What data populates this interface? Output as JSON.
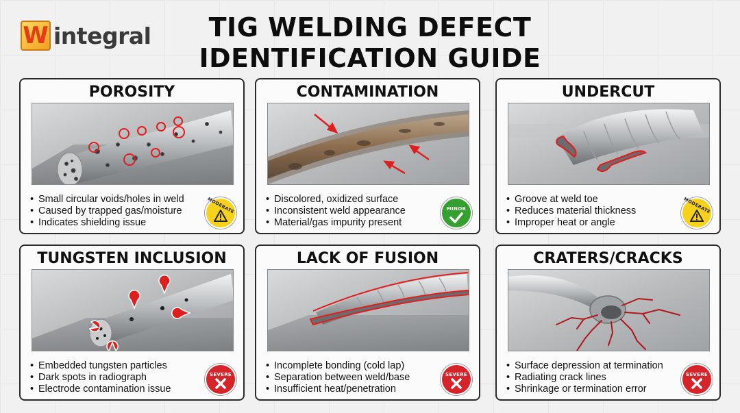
{
  "logo": {
    "mark": "W",
    "text": "integral"
  },
  "title": {
    "line1": "TIG WELDING DEFECT",
    "line2": "IDENTIFICATION GUIDE"
  },
  "cards": [
    {
      "title": "POROSITY",
      "bullets": [
        "Small circular voids/holes in weld",
        "Caused by trapped gas/moisture",
        "Indicates shielding issue"
      ],
      "severity": "MODERATE",
      "severity_icon": "warning-triangle-icon"
    },
    {
      "title": "CONTAMINATION",
      "bullets": [
        "Discolored, oxidized surface",
        "Inconsistent weld appearance",
        "Material/gas impurity present"
      ],
      "severity": "MINOR",
      "severity_icon": "checkmark-icon"
    },
    {
      "title": "UNDERCUT",
      "bullets": [
        "Groove at weld toe",
        "Reduces material thickness",
        "Improper heat or angle"
      ],
      "severity": "MODERATE",
      "severity_icon": "warning-triangle-icon"
    },
    {
      "title": "TUNGSTEN INCLUSION",
      "bullets": [
        "Embedded tungsten particles",
        "Dark spots in radiograph",
        "Electrode contamination issue"
      ],
      "severity": "SEVERE",
      "severity_icon": "x-mark-icon"
    },
    {
      "title": "LACK OF FUSION",
      "bullets": [
        "Incomplete bonding (cold lap)",
        "Separation between weld/base",
        "Insufficient heat/penetration"
      ],
      "severity": "SEVERE",
      "severity_icon": "x-mark-icon"
    },
    {
      "title": "CRATERS/CRACKS",
      "bullets": [
        "Surface depression at termination",
        "Radiating crack lines",
        "Shrinkage or termination error"
      ],
      "severity": "SEVERE",
      "severity_icon": "x-mark-icon"
    }
  ],
  "colors": {
    "moderate": "#f6d21a",
    "minor": "#34a02f",
    "severe": "#d6242a",
    "defect_highlight": "#e01e1e",
    "logo_orange": "#f0a11c"
  }
}
